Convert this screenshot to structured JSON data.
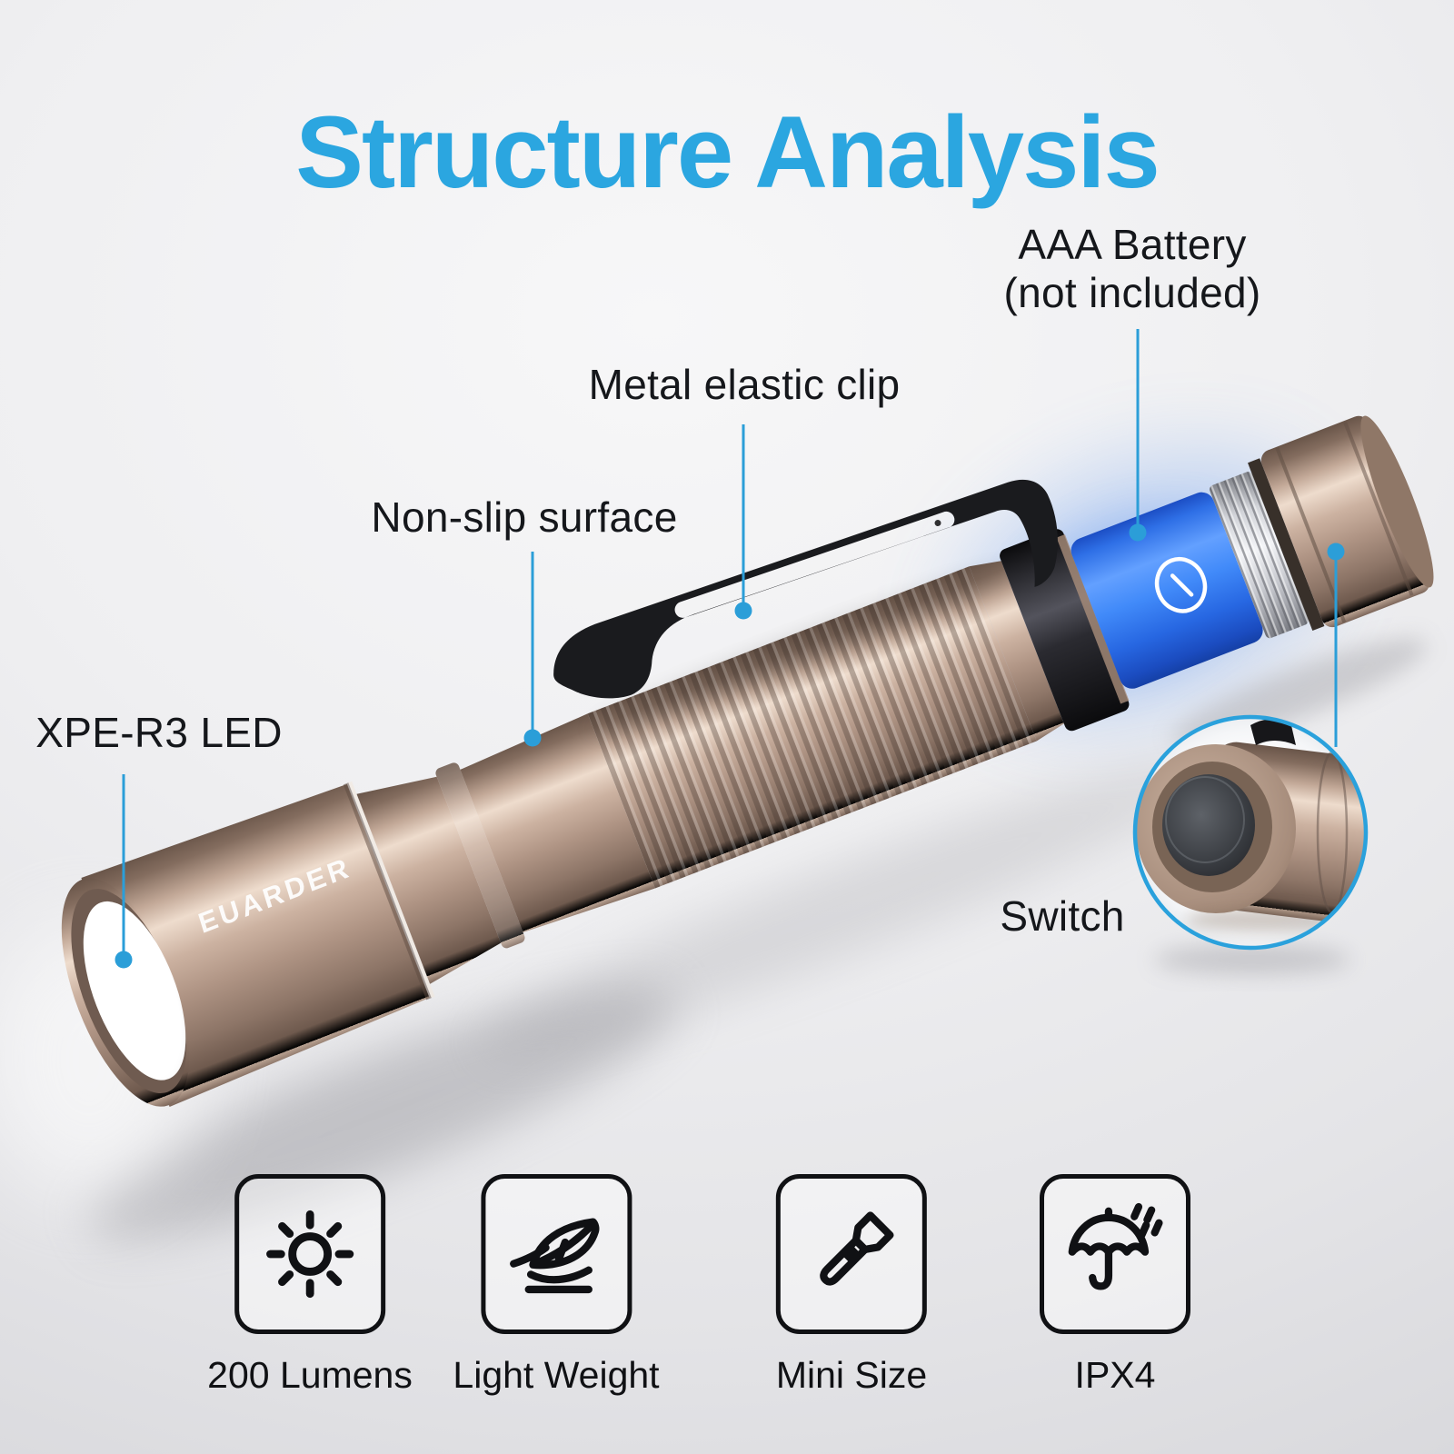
{
  "title": {
    "text": "Structure Analysis"
  },
  "brand": "EUARDER",
  "callouts": {
    "battery": {
      "line1": "AAA Battery",
      "line2": "(not included)"
    },
    "clip": {
      "label": "Metal elastic clip"
    },
    "nonslip": {
      "label": "Non-slip surface"
    },
    "led": {
      "label": "XPE-R3 LED"
    },
    "switch": {
      "label": "Switch"
    }
  },
  "features": [
    {
      "icon": "sun-icon",
      "label": "200 Lumens"
    },
    {
      "icon": "feather-icon",
      "label": "Light Weight"
    },
    {
      "icon": "flashlight-icon",
      "label": "Mini Size"
    },
    {
      "icon": "umbrella-rain-icon",
      "label": "IPX4"
    }
  ],
  "colors": {
    "title_blue": "#2ba6e0",
    "leader_blue": "#2b9ed8",
    "battery_blue": "#3b82f4",
    "body_bronze": "#ab9180",
    "clip_black": "#1a1b1e",
    "label_text": "#15171b"
  }
}
